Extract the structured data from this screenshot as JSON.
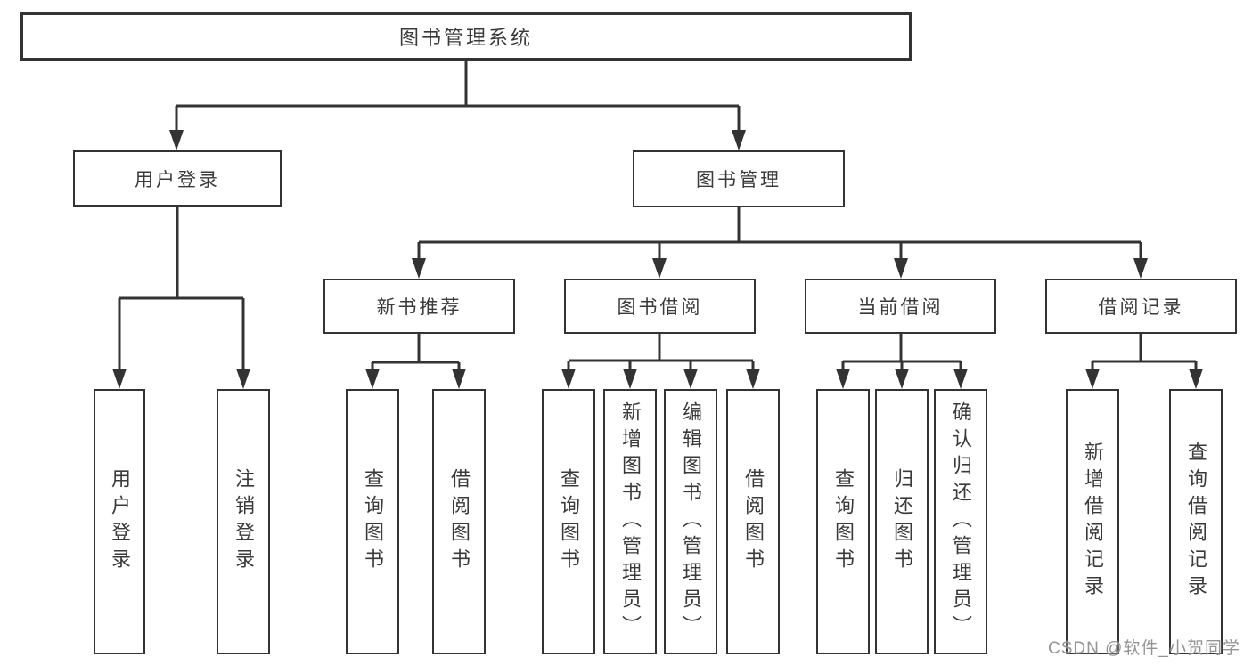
{
  "tree": {
    "root": "图书管理系统",
    "level2": {
      "user_login": "用户登录",
      "book_mgmt": "图书管理"
    },
    "level3": {
      "new_books": "新书推荐",
      "borrowing": "图书借阅",
      "current": "当前借阅",
      "records": "借阅记录"
    },
    "leaves": {
      "login": [
        "用户登录",
        "注销登录"
      ],
      "new_books": [
        "查询图书",
        "借阅图书"
      ],
      "borrowing": [
        "查询图书",
        "新增图书（管理员）",
        "编辑图书（管理员）",
        "借阅图书"
      ],
      "current": [
        "查询图书",
        "归还图书",
        "确认归还（管理员）"
      ],
      "records": [
        "新增借阅记录",
        "查询借阅记录"
      ]
    }
  },
  "watermark": "CSDN @软件_小贺同学",
  "colors": {
    "line": "#333333",
    "text": "#3a3a3a",
    "background": "#ffffff",
    "watermark": "#8b8b8b"
  }
}
